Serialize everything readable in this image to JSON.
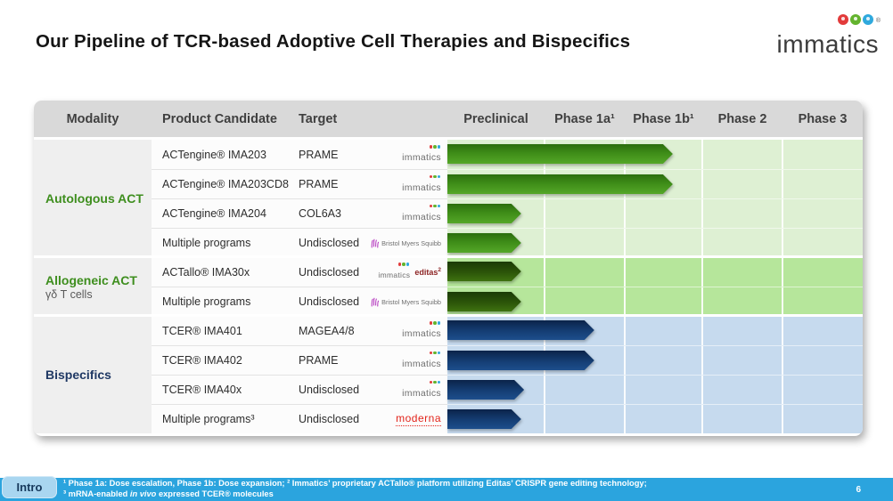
{
  "slide": {
    "title": "Our Pipeline of TCR-based Adoptive Cell Therapies and Bispecifics",
    "logo_text": "immatics",
    "logo_reg": "®"
  },
  "header": {
    "modality": "Modality",
    "candidate": "Product Candidate",
    "target": "Target",
    "phases": [
      "Preclinical",
      "Phase 1a¹",
      "Phase 1b¹",
      "Phase 2",
      "Phase 3"
    ]
  },
  "partners": {
    "immatics": {
      "text": "immatics"
    },
    "bms": {
      "text": "Bristol Myers Squibb"
    },
    "editas": {
      "text": "editas",
      "sup": "2"
    },
    "moderna": {
      "text": "moderna"
    }
  },
  "table": {
    "sections": [
      {
        "id": "autologous",
        "label": "Autologous ACT",
        "sublabel": "",
        "rows": [
          {
            "candidate": "ACTengine® IMA203",
            "target": "PRAME",
            "partner": "immatics",
            "progress": 2.62
          },
          {
            "candidate": "ACTengine® IMA203CD8",
            "target": "PRAME",
            "partner": "immatics",
            "progress": 2.62
          },
          {
            "candidate": "ACTengine® IMA204",
            "target": "COL6A3",
            "partner": "immatics",
            "progress": 0.76
          },
          {
            "candidate": "Multiple programs",
            "target": "Undisclosed",
            "partner": "bms",
            "progress": 0.76
          }
        ]
      },
      {
        "id": "allogeneic",
        "label": "Allogeneic ACT",
        "sublabel": "γδ T cells",
        "rows": [
          {
            "candidate": "ACTallo® IMA30x",
            "target": "Undisclosed",
            "partner": "immatics_editas",
            "progress": 0.76
          },
          {
            "candidate": "Multiple programs",
            "target": "Undisclosed",
            "partner": "bms",
            "progress": 0.76
          }
        ]
      },
      {
        "id": "bispecifics",
        "label": "Bispecifics",
        "sublabel": "",
        "rows": [
          {
            "candidate": "TCER® IMA401",
            "target": "MAGEA4/8",
            "partner": "immatics",
            "progress": 1.62
          },
          {
            "candidate": "TCER® IMA402",
            "target": "PRAME",
            "partner": "immatics",
            "progress": 1.62
          },
          {
            "candidate": "TCER® IMA40x",
            "target": "Undisclosed",
            "partner": "immatics",
            "progress": 0.79
          },
          {
            "candidate": "Multiple programs³",
            "target": "Undisclosed",
            "partner": "moderna",
            "progress": 0.76
          }
        ]
      }
    ]
  },
  "chart_data": {
    "type": "bar",
    "orientation": "horizontal",
    "title": "Our Pipeline of TCR-based Adoptive Cell Therapies and Bispecifics",
    "x_ticks": [
      "Preclinical",
      "Phase 1a¹",
      "Phase 1b¹",
      "Phase 2",
      "Phase 3"
    ],
    "xlim": [
      0,
      5
    ],
    "value_units": "phases completed: 0 = start of Preclinical, 1 = Preclinical complete, 2 = Phase 1a complete, 3 = Phase 1b complete, 4 = Phase 2 complete, 5 = Phase 3 complete",
    "categories": [
      "ACTengine® IMA203",
      "ACTengine® IMA203CD8",
      "ACTengine® IMA204",
      "Multiple programs",
      "ACTallo® IMA30x",
      "Multiple programs",
      "TCER® IMA401",
      "TCER® IMA402",
      "TCER® IMA40x",
      "Multiple programs³"
    ],
    "groups": [
      "Autologous ACT",
      "Autologous ACT",
      "Autologous ACT",
      "Autologous ACT",
      "Allogeneic ACT",
      "Allogeneic ACT",
      "Bispecifics",
      "Bispecifics",
      "Bispecifics",
      "Bispecifics"
    ],
    "targets": [
      "PRAME",
      "PRAME",
      "COL6A3",
      "Undisclosed",
      "Undisclosed",
      "Undisclosed",
      "MAGEA4/8",
      "PRAME",
      "Undisclosed",
      "Undisclosed"
    ],
    "partners": [
      "immatics",
      "immatics",
      "immatics",
      "Bristol Myers Squibb",
      "immatics + editas",
      "Bristol Myers Squibb",
      "immatics",
      "immatics",
      "immatics",
      "moderna"
    ],
    "values": [
      2.62,
      2.62,
      0.76,
      0.76,
      0.76,
      0.76,
      1.62,
      1.62,
      0.79,
      0.76
    ],
    "colors": {
      "autologous_arrow": [
        "#2b6d0e",
        "#55a728"
      ],
      "allogeneic_arrow": [
        "#1b3a06",
        "#3f7210"
      ],
      "bispecifics_arrow": [
        "#0b2349",
        "#1d4e8c"
      ],
      "autologous_track_bg": "#def0d3",
      "allogeneic_track_bg": "#b6e69b",
      "bispecifics_track_bg": "#c6daee",
      "header_bg": "#d9d9d9",
      "footer_bar": "#2ba4de"
    },
    "layout": {
      "phase_pixel_widths": [
        109,
        90,
        87,
        90,
        90
      ],
      "grid": "vertical white lines between phase columns",
      "legend": "none"
    }
  },
  "footer": {
    "tab": "Intro",
    "note_line1": "¹ Phase 1a: Dose escalation, Phase 1b: Dose expansion; ² Immatics’ proprietary ACTallo® platform utilizing Editas’ CRISPR gene editing technology;",
    "note_line2_prefix": "³ mRNA-enabled ",
    "note_line2_italic": "in vivo",
    "note_line2_suffix": " expressed TCER® molecules",
    "page_number": "6"
  }
}
